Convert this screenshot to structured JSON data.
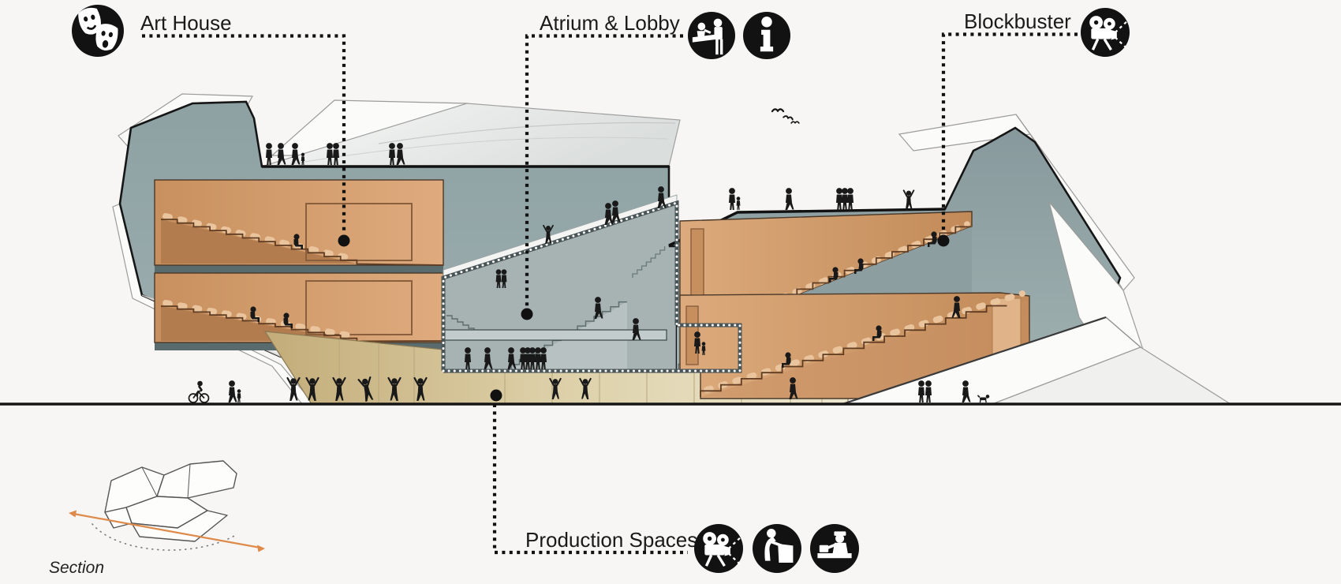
{
  "diagram": {
    "type": "architectural-section-diagram",
    "caption": {
      "text": "Section"
    },
    "labels": {
      "art_house": {
        "text": "Art House",
        "icons": [
          "theater-masks-icon"
        ]
      },
      "atrium_lobby": {
        "text": "Atrium & Lobby",
        "icons": [
          "reception-desk-icon",
          "information-icon"
        ]
      },
      "blockbuster": {
        "text": "Blockbuster",
        "icons": [
          "film-projector-icon"
        ]
      },
      "production_spaces": {
        "text": "Production Spaces",
        "icons": [
          "film-projector-icon",
          "speaker-lectern-icon",
          "ticket-desk-icon"
        ]
      }
    },
    "colors": {
      "bg": "#f7f6f4",
      "ink": "#1a1a1a",
      "cut_surface": "#93a5a7",
      "auditorium": "#d79f71",
      "production_space": "#d9cba4",
      "roof_white": "#fbfbfa",
      "section_cut_line": "#dd8a4a"
    }
  }
}
